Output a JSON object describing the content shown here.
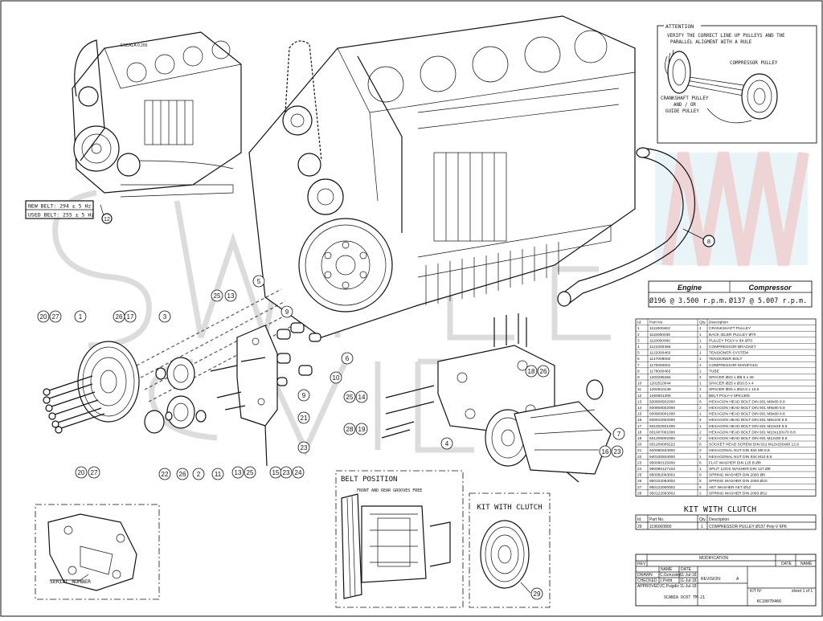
{
  "scale_label": "ESCALA 0.200",
  "belt_tension": {
    "new": "NEW BELT: 294 ± 5 Hz",
    "used": "USED BELT: 255 ± 5 Hz"
  },
  "attention": {
    "title": "ATTENTION",
    "line1": "VERIFY THE CORRECT LINE UP PULLEYS AND THE",
    "line2": "PARALLEL ALIGMENT WITH A RULE",
    "compressor_pulley": "COMPRESSOR PULLEY",
    "crank_line1": "CRANKSHAFT PULLEY",
    "crank_line2": "AND / OR",
    "crank_line3": "GUIDE PULLEY"
  },
  "ratio": {
    "engine_label": "Engine",
    "compressor_label": "Compressor",
    "engine_value": "Ø196 @ 3.500 r.p.m.",
    "compressor_value": "Ø137 @ 5.007 r.p.m."
  },
  "parts_header": {
    "id": "Id.",
    "part": "Part No.",
    "qty": "Qty.",
    "desc": "Description"
  },
  "parts": [
    {
      "id": "1",
      "part": "1111000463",
      "qty": "1",
      "desc": "CRANKSHAFT PULLEY"
    },
    {
      "id": "2",
      "part": "1116000039",
      "qty": "1",
      "desc": "BACK IDLER PULLEY Ø70"
    },
    {
      "id": "3",
      "part": "1118000000",
      "qty": "1",
      "desc": "PULLEY POLY-V 6K Ø70"
    },
    {
      "id": "4",
      "part": "1121000466",
      "qty": "1",
      "desc": "COMPRESSOR BRACKET"
    },
    {
      "id": "5",
      "part": "1122000463",
      "qty": "1",
      "desc": "TENSIONER SYSTEM"
    },
    {
      "id": "6",
      "part": "1147009002",
      "qty": "1",
      "desc": "TENSIONER BOLT"
    },
    {
      "id": "7",
      "part": "1170000001",
      "qty": "1",
      "desc": "COMPRESSOR MANIFOLD"
    },
    {
      "id": "8",
      "part": "1178000463",
      "qty": "1",
      "desc": "TUBE"
    },
    {
      "id": "9",
      "part": "1202286484",
      "qty": "4",
      "desc": "SPACER Ø22 x Ø8.5 x 48"
    },
    {
      "id": "10",
      "part": "1202510044",
      "qty": "1",
      "desc": "SPACER Ø25 x Ø10.5 x 4"
    },
    {
      "id": "11",
      "part": "1202510138",
      "qty": "1",
      "desc": "SPACER Ø25 x Ø10.5 x 13.8"
    },
    {
      "id": "12",
      "part": "1260601305",
      "qty": "1",
      "desc": "BELT POLY-V 6PK1305"
    },
    {
      "id": "13",
      "part": "930806502000",
      "qty": "6",
      "desc": "HEXAGON HEAD BOLT DIN 931 M8x65 8.8"
    },
    {
      "id": "14",
      "part": "930808002000",
      "qty": "2",
      "desc": "HEXAGON HEAD BOLT DIN 931 M8x80 8.8"
    },
    {
      "id": "15",
      "part": "930809001000",
      "qty": "1",
      "desc": "HEXAGON HEAD BOLT DIN 931 M8x90 8.8"
    },
    {
      "id": "16",
      "part": "930810002000",
      "qty": "4",
      "desc": "HEXAGON HEAD BOLT DIN 931 M8x100 8.8"
    },
    {
      "id": "17",
      "part": "931002501000",
      "qty": "1",
      "desc": "HEXAGON HEAD BOLT DIN 931 M10x25 8.8"
    },
    {
      "id": "18",
      "part": "931007001000",
      "qty": "2",
      "desc": "HEXAGON HEAD BOLT DIN 931 M10x120x70 8.8"
    },
    {
      "id": "19",
      "part": "931209002000",
      "qty": "2",
      "desc": "HEXAGON HEAD BOLT DIN 931 M12x90 8.8"
    },
    {
      "id": "20",
      "part": "931209005222",
      "qty": "6",
      "desc": "SOCKET HEAD SCREW DIN 912 M12x150x90 12.9"
    },
    {
      "id": "21",
      "part": "940080934000",
      "qty": "2",
      "desc": "HEXAGONAL NUT DIN 934 M8 8.8"
    },
    {
      "id": "22",
      "part": "940100934000",
      "qty": "1",
      "desc": "HEXAGONAL NUT DIN 934 M10 8.8"
    },
    {
      "id": "23",
      "part": "950080125000",
      "qty": "6",
      "desc": "FLAT WASHER DIN 125 B Ø8"
    },
    {
      "id": "24",
      "part": "950080127102",
      "qty": "1",
      "desc": "SPLIT LOCK WASHER DIN 127 Ø8"
    },
    {
      "id": "25",
      "part": "950082093002",
      "qty": "9",
      "desc": "SPRING WASHER DIN 2093 Ø8"
    },
    {
      "id": "26",
      "part": "950102093002",
      "qty": "5",
      "desc": "SPRING WASHER DIN 2093 Ø10"
    },
    {
      "id": "27",
      "part": "950122000002",
      "qty": "6",
      "desc": "AET WASHER AET Ø12"
    },
    {
      "id": "28",
      "part": "950122093002",
      "qty": "2",
      "desc": "SPRING WASHER DIN 2093 Ø12"
    }
  ],
  "kit_table_title": "KIT WITH CLUTCH",
  "kit_header": {
    "id": "Id.",
    "part": "Part No.",
    "qty": "Qty.",
    "desc": "Description"
  },
  "kit_parts": [
    {
      "id": "29",
      "part": "1196000800",
      "qty": "1",
      "desc": "COMPRESSOR PULLEY Ø137 Poly-V 6PK"
    }
  ],
  "revision_block": {
    "rev": "REV",
    "modification": "MODIFICATION",
    "date": "DATE",
    "name": "NAME",
    "drawn": "DRAWN",
    "checked": "CHECKED",
    "approved": "APPROVED",
    "drawn_by": "C.Gonzalez",
    "checked_by": "J.Pettit",
    "approved_by": "JC.Puigdix",
    "drawn_date": "11-Jul-18",
    "checked_date": "11-Jul-18",
    "approved_date": "11-Jul-18",
    "revision_label": "REVISION:",
    "revision_value": "A",
    "model": "SCANIA DC07 TM-21",
    "kit_no_label": "KIT Nº",
    "sheet_label": "sheet 1 of 1",
    "kit_no": "KC18070466"
  },
  "belt_position": {
    "title": "BELT POSITION",
    "note": "FRONT AND REAR GROOVES FREE"
  },
  "kit_clutch_box": {
    "title": "KIT WITH CLUTCH"
  },
  "serial_number": "SERIAL NUMBER",
  "callouts": [
    "20",
    "27",
    "1",
    "26",
    "17",
    "3",
    "25",
    "13",
    "5",
    "9",
    "6",
    "10",
    "9",
    "21",
    "23",
    "15",
    "23",
    "24",
    "22",
    "26",
    "2",
    "11",
    "13",
    "25",
    "20",
    "27",
    "12",
    "8",
    "18",
    "26",
    "25",
    "14",
    "28",
    "19",
    "4",
    "7",
    "16",
    "23",
    "29"
  ]
}
